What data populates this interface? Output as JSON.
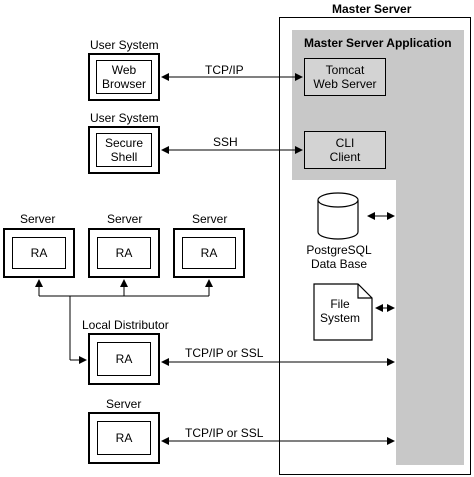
{
  "master_server": {
    "title": "Master Server",
    "application_title": "Master Server Application",
    "tomcat": "Tomcat\nWeb Server",
    "cli": "CLI\nClient",
    "postgres": "PostgreSQL\nData Base",
    "filesystem": "File\nSystem"
  },
  "user_system_1": {
    "label": "User System",
    "component": "Web\nBrowser"
  },
  "user_system_2": {
    "label": "User System",
    "component": "Secure\nShell"
  },
  "servers": [
    {
      "label": "Server",
      "component": "RA"
    },
    {
      "label": "Server",
      "component": "RA"
    },
    {
      "label": "Server",
      "component": "RA"
    }
  ],
  "local_distributor": {
    "label": "Local Distributor",
    "component": "RA"
  },
  "server_bottom": {
    "label": "Server",
    "component": "RA"
  },
  "connections": {
    "tcpip": "TCP/IP",
    "ssh": "SSH",
    "tcpip_ssl_1": "TCP/IP or SSL",
    "tcpip_ssl_2": "TCP/IP or SSL"
  },
  "colors": {
    "gray_panel": "#c8c8c8",
    "gray_component": "#d3d3d3",
    "line": "#000000"
  }
}
